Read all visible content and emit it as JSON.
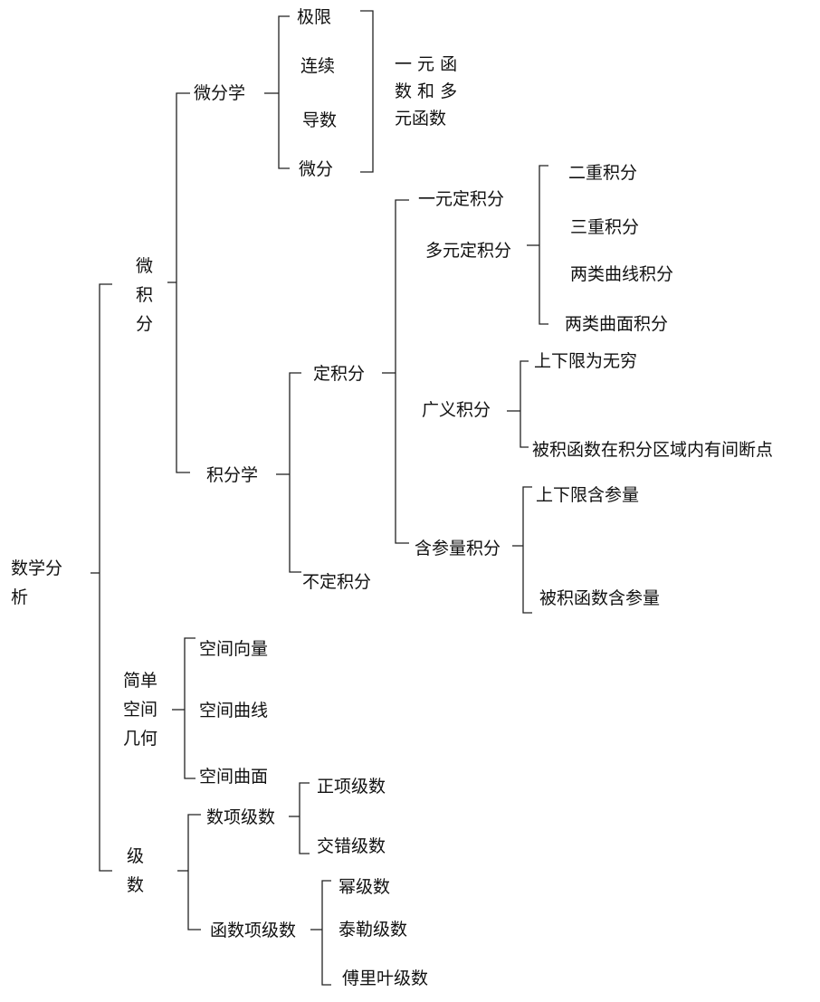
{
  "nodes": {
    "root": "数学分\n析",
    "calculus": "微\n积\n分",
    "differential": "微分学",
    "limit": "极限",
    "continuity": "连续",
    "derivative": "导数",
    "differential_item": "微分",
    "one_multi_note": "一 元 函\n数 和 多\n元函数",
    "integral": "积分学",
    "definite": "定积分",
    "indefinite": "不定积分",
    "one_definite": "一元定积分",
    "multi_definite": "多元定积分",
    "double_integral": "二重积分",
    "triple_integral": "三重积分",
    "curve_integral": "两类曲线积分",
    "surface_integral": "两类曲面积分",
    "improper": "广义积分",
    "infinite_limits": "上下限为无穷",
    "discontinuous": "被积函数在积分区域内有间断点",
    "parametric": "含参量积分",
    "param_limits": "上下限含参量",
    "param_integrand": "被积函数含参量",
    "geometry": "简单\n空间\n几何",
    "space_vector": "空间向量",
    "space_curve": "空间曲线",
    "space_surface": "空间曲面",
    "series": "级\n数",
    "number_series": "数项级数",
    "positive_series": "正项级数",
    "alternating_series": "交错级数",
    "function_series": "函数项级数",
    "power_series": "幂级数",
    "taylor_series": "泰勒级数",
    "fourier_series": "傅里叶级数"
  },
  "colors": {
    "line": "#222222",
    "text": "#111111"
  }
}
